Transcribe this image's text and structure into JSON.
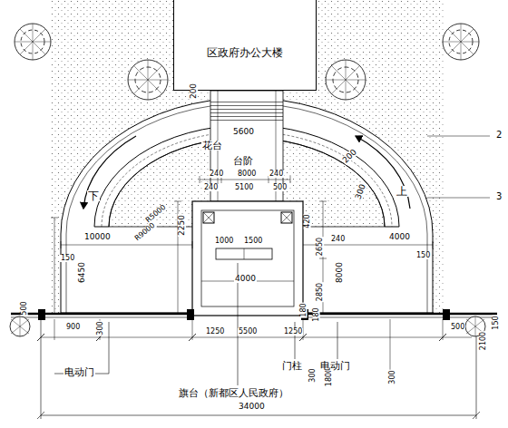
{
  "diagram": {
    "nodes": [
      {
        "text": [
          "区政府办公大楼"
        ]
      }
    ],
    "labels": [
      "200",
      "5600",
      "花台",
      "台阶",
      "200",
      "300",
      "下",
      "上",
      "240",
      "8000",
      "240",
      "240",
      "5100",
      "500",
      "R5000",
      "R9000",
      "2",
      "3",
      "10000",
      "2250",
      "1000",
      "1500",
      "6450",
      "150",
      "420",
      "240",
      "4000",
      "150",
      "2650",
      "8000",
      "4000",
      "2850",
      "180",
      "180",
      "500",
      "900",
      "300",
      "1250",
      "5500",
      "1250",
      "500",
      "2100",
      "150",
      "300",
      "1800",
      "300",
      "电动门",
      "门柱",
      "电动门",
      "旗台（新都区人民政府）",
      "34000"
    ]
  }
}
